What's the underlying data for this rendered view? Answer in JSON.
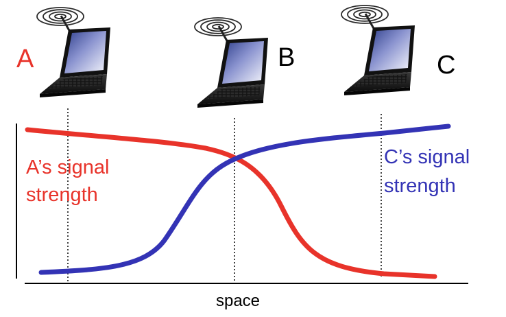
{
  "nodes": [
    {
      "id": "A",
      "label": "A",
      "color": "#e8332a"
    },
    {
      "id": "B",
      "label": "B",
      "color": "#000000"
    },
    {
      "id": "C",
      "label": "C",
      "color": "#000000"
    }
  ],
  "curves": {
    "a": {
      "label_line1": "A’s signal",
      "label_line2": "strength",
      "color": "#e8332a"
    },
    "c": {
      "label_line1": "C’s signal",
      "label_line2": "strength",
      "color": "#3333b5"
    }
  },
  "axis": {
    "x_label": "space"
  },
  "icons": {
    "laptop": "laptop-icon",
    "wireless": "wireless-signal-icon"
  }
}
